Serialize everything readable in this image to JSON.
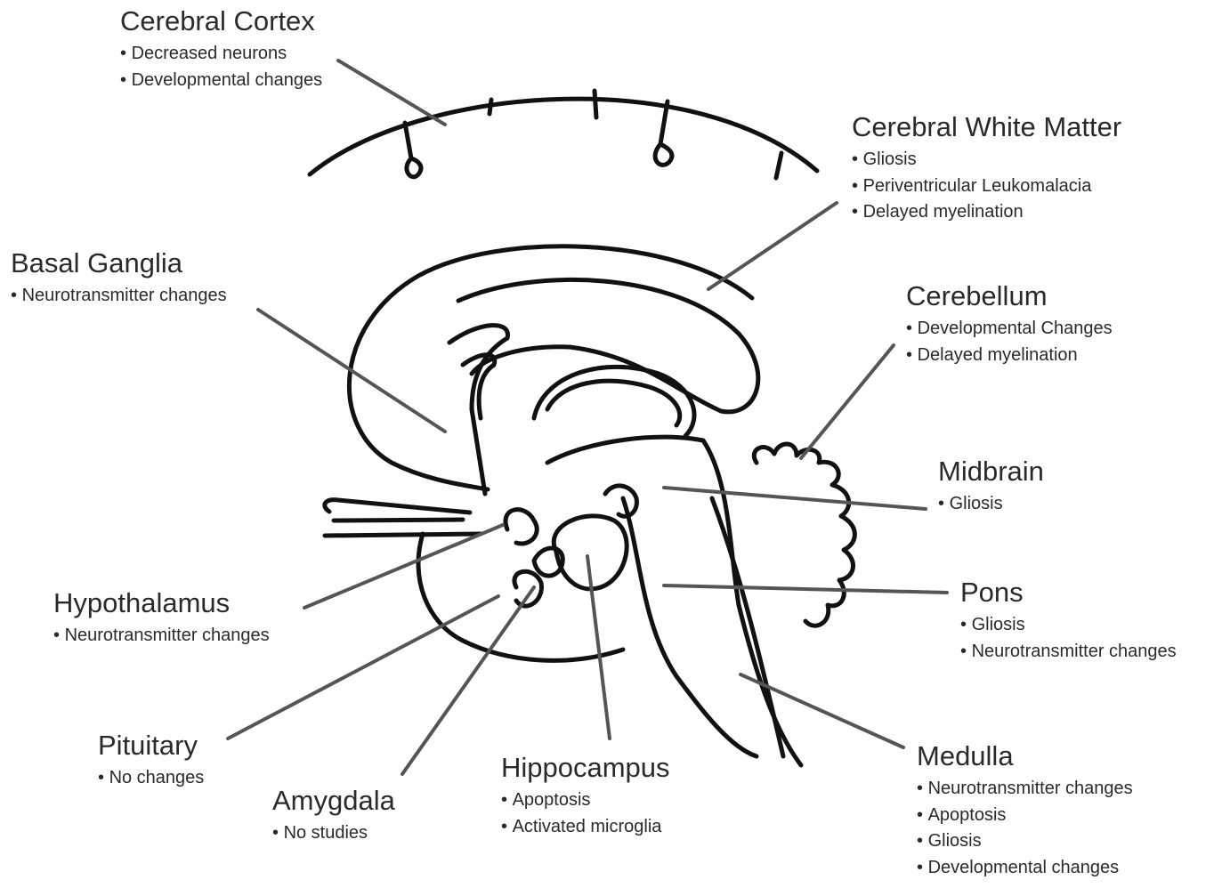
{
  "regions": [
    {
      "id": "cerebral-cortex",
      "name": "Cerebral Cortex",
      "findings": [
        "Decreased neurons",
        "Developmental changes"
      ]
    },
    {
      "id": "cerebral-white-matter",
      "name": "Cerebral White Matter",
      "findings": [
        "Gliosis",
        "Periventricular Leukomalacia",
        "Delayed myelination"
      ]
    },
    {
      "id": "basal-ganglia",
      "name": "Basal Ganglia",
      "findings": [
        "Neurotransmitter changes"
      ]
    },
    {
      "id": "cerebellum",
      "name": "Cerebellum",
      "findings": [
        "Developmental Changes",
        "Delayed myelination"
      ]
    },
    {
      "id": "midbrain",
      "name": "Midbrain",
      "findings": [
        "Gliosis"
      ]
    },
    {
      "id": "pons",
      "name": "Pons",
      "findings": [
        "Gliosis",
        "Neurotransmitter changes"
      ]
    },
    {
      "id": "hypothalamus",
      "name": "Hypothalamus",
      "findings": [
        "Neurotransmitter changes"
      ]
    },
    {
      "id": "pituitary",
      "name": "Pituitary",
      "findings": [
        "No changes"
      ]
    },
    {
      "id": "amygdala",
      "name": "Amygdala",
      "findings": [
        "No studies"
      ]
    },
    {
      "id": "hippocampus",
      "name": "Hippocampus",
      "findings": [
        "Apoptosis",
        "Activated microglia"
      ]
    },
    {
      "id": "medulla",
      "name": "Medulla",
      "findings": [
        "Neurotransmitter changes",
        "Apoptosis",
        "Gliosis",
        "Developmental changes"
      ]
    }
  ],
  "colors": {
    "outline": "#111111",
    "leader": "#555555",
    "text": "#2a2a2a"
  }
}
